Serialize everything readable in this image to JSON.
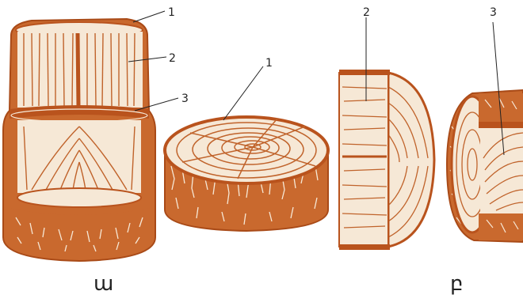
{
  "labels": {
    "a_top": "1",
    "a_mid": "2",
    "a_low": "3",
    "disc": "1",
    "radial": "2",
    "tangential": "3"
  },
  "captions": {
    "left": "ա",
    "right": "բ"
  },
  "colors": {
    "wood_dark": "#b9531d",
    "wood_mid": "#c9692e",
    "wood_light": "#f6e8d6",
    "grain": "#c0632b"
  }
}
